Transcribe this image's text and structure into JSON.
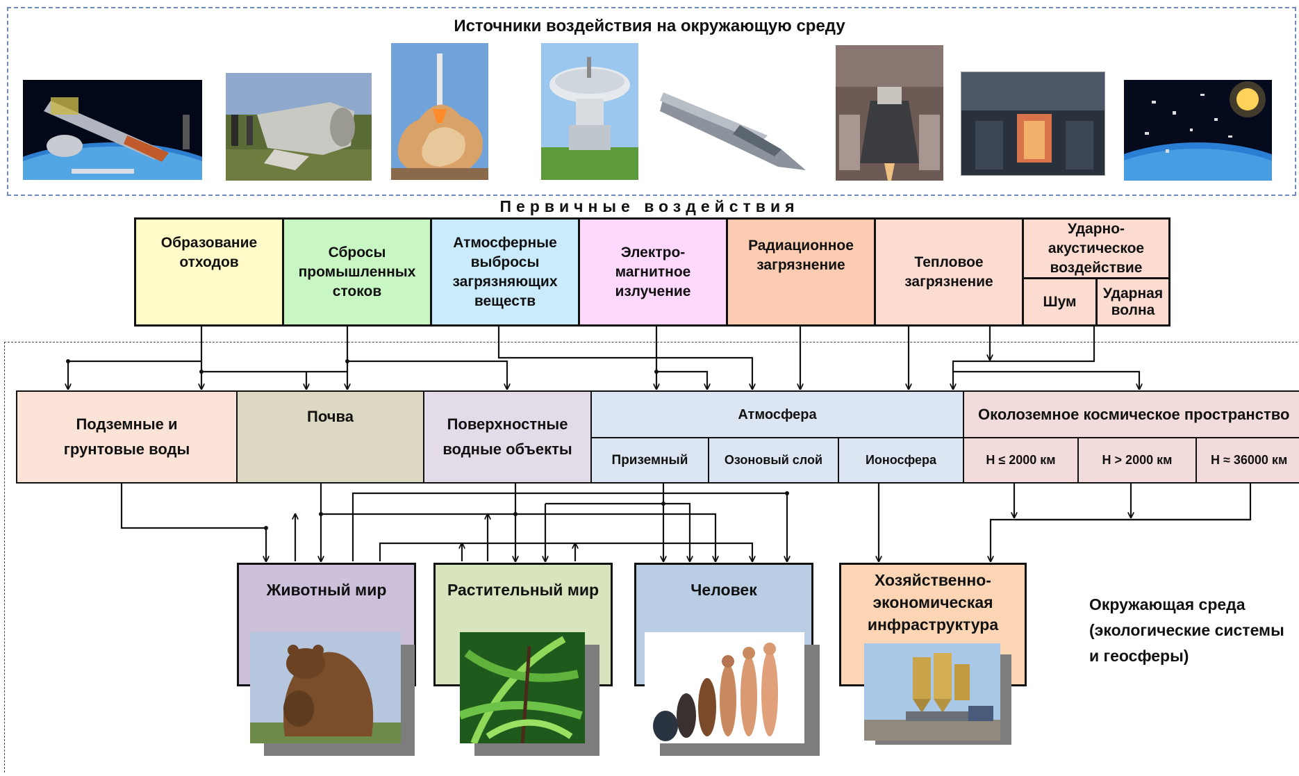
{
  "header": {
    "title": "Источники воздействия на окружающую среду",
    "images": [
      "rocket-stage-orbit-image",
      "crashed-stage-field-image",
      "rocket-launch-image",
      "radio-telescope-image",
      "rocket-body-image",
      "engine-test-stand-image",
      "engine-firing-image",
      "space-debris-earth-image"
    ]
  },
  "primary": {
    "title": "Первичные воздействия",
    "items": [
      {
        "label": "Образование отходов",
        "color": "#fffbc8"
      },
      {
        "label": "Сбросы промышленных стоков",
        "color": "#c9f7c4"
      },
      {
        "label": "Атмосферные выбросы загрязняющих веществ",
        "color": "#c9ebfb"
      },
      {
        "label": "Электро- магнитное излучение",
        "color": "#ffd9fd"
      },
      {
        "label": "Радиационное загрязнение",
        "color": "#fcccb2"
      },
      {
        "label": "Тепловое загрязнение",
        "color": "#fcdcd1"
      },
      {
        "label": "Ударно- акустическое воздействие",
        "color": "#fcdcd1"
      }
    ],
    "impact_sub": [
      "Шум",
      "Ударная волна"
    ]
  },
  "spheres": {
    "items": [
      {
        "label": "Подземные и грунтовые воды",
        "color": "#fbe3d7"
      },
      {
        "label": "Почва",
        "color": "#dcd8c1"
      },
      {
        "label": "Поверхностные водные объекты",
        "color": "#e3dce8"
      },
      {
        "label": "Атмосфера",
        "color": "#dce6f2"
      },
      {
        "label": "Околоземное космическое пространство",
        "color": "#f2dcdb"
      }
    ],
    "atmosphere_sub": [
      "Приземный",
      "Озоновый слой",
      "Ионосфера"
    ],
    "space_sub": [
      "H ≤ 2000 км",
      "H > 2000 км",
      "H ≈ 36000 км"
    ]
  },
  "receivers": {
    "items": [
      {
        "label": "Животный мир",
        "color": "#ccc0da"
      },
      {
        "label": "Растительный мир",
        "color": "#d7e4bd"
      },
      {
        "label": "Человек",
        "color": "#b9cde5"
      },
      {
        "label": "Хозяйственно- экономическая инфраструктура",
        "color": "#fcd5b5"
      }
    ],
    "images": [
      "bear-image",
      "fern-image",
      "human-evolution-image",
      "industrial-silos-image"
    ]
  },
  "environment_label": "Окружающая среда (экологические системы и геосферы)"
}
